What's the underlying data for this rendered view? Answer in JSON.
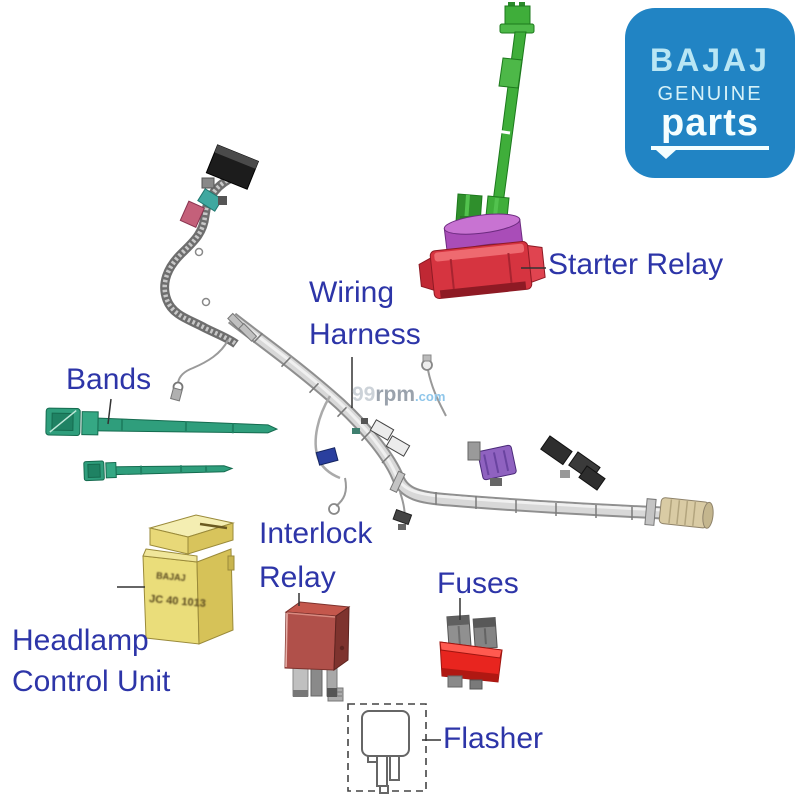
{
  "logo": {
    "brand": "BAJAJ",
    "tagline_top": "GENUINE",
    "tagline_bottom": "parts",
    "bg_color": "#2184c4",
    "brand_color": "#b9e6f4"
  },
  "watermark": {
    "prefix": "99",
    "mid": "rpm",
    "suffix": ".com"
  },
  "label_color": "#2d35a8",
  "parts": {
    "starter_relay": {
      "label": "Starter Relay"
    },
    "wiring_harness": {
      "label_line1": "Wiring",
      "label_line2": "Harness"
    },
    "bands": {
      "label": "Bands"
    },
    "headlamp_control_unit": {
      "label_line1": "Headlamp",
      "label_line2": "Control Unit",
      "marking_line1": "BAJAJ",
      "marking_line2": "JC 40 1013"
    },
    "interlock_relay": {
      "label_line1": "Interlock",
      "label_line2": "Relay"
    },
    "fuses": {
      "label": "Fuses"
    },
    "flasher": {
      "label": "Flasher"
    }
  },
  "colors": {
    "band_green": "#2f9e7c",
    "interlock_relay_red": "#b0504a",
    "fuse_base_red": "#e8251f",
    "headlamp_unit_yellow": "#eadd7a",
    "starter_relay_green": "#3fae3a",
    "starter_relay_purple": "#a94db8",
    "starter_relay_base_red": "#d63440",
    "harness_gray": "#d8d8d8"
  }
}
